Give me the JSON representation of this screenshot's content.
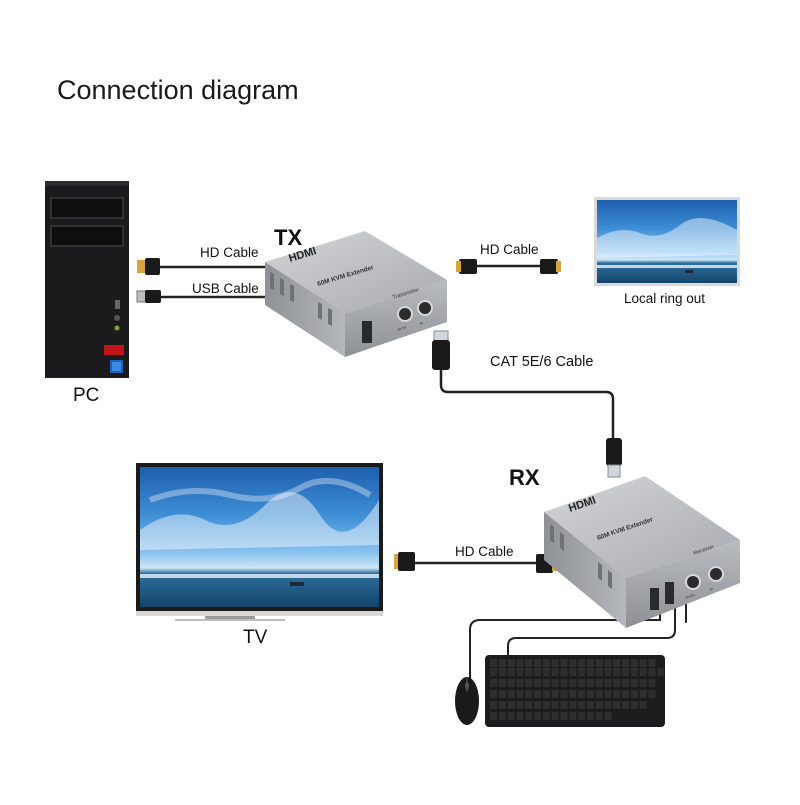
{
  "title": "Connection diagram",
  "labels": {
    "tx": "TX",
    "rx": "RX",
    "pc": "PC",
    "tv": "TV",
    "local_ring_out": "Local ring out",
    "hd_cable_pc": "HD Cable",
    "usb_cable": "USB  Cable",
    "hd_cable_local": "HD Cable",
    "cat_cable": "CAT 5E/6 Cable",
    "hd_cable_tv": "HD Cable"
  },
  "devices": {
    "tx_brand": "HDMI",
    "tx_model": "60M KVM Extender",
    "tx_role": "Transmitter",
    "tx_port_ir": "IR-TX",
    "tx_port_rx": "IR",
    "rx_brand": "HDMI",
    "rx_model": "60M KVM Extender",
    "rx_role": "Receiver",
    "rx_port_ir": "IR-RX",
    "rx_port_rx": "IR"
  }
}
